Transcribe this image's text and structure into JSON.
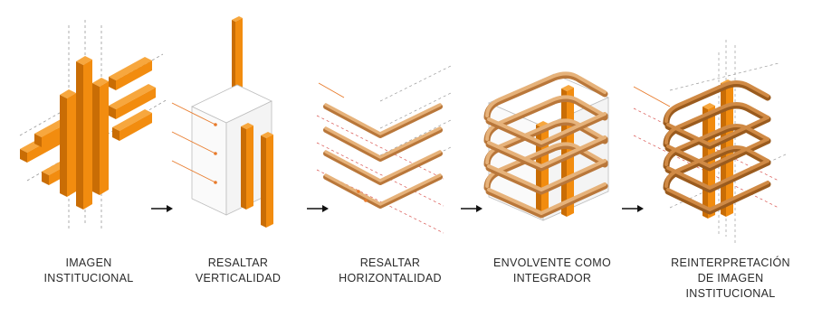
{
  "steps": [
    {
      "id": "imagen-institucional",
      "label_lines": [
        "IMAGEN",
        "INSTITUCIONAL"
      ]
    },
    {
      "id": "resaltar-verticalidad",
      "label_lines": [
        "RESALTAR",
        "VERTICALIDAD"
      ]
    },
    {
      "id": "resaltar-horizontalidad",
      "label_lines": [
        "RESALTAR",
        "HORIZONTALIDAD"
      ]
    },
    {
      "id": "envolvente-como-integrador",
      "label_lines": [
        "ENVOLVENTE COMO",
        "INTEGRADOR"
      ]
    },
    {
      "id": "reinterpretacion",
      "label_lines": [
        "REINTERPRETACIÓN",
        "DE IMAGEN",
        "INSTITUCIONAL"
      ]
    }
  ],
  "colors": {
    "orange": "#f28c0f",
    "orange_dark": "#c96d05",
    "orange_light": "#f7a73e",
    "tan": "#e6b27a",
    "tan_dark": "#b9773a",
    "line_gray": "#9a9a9a",
    "dash_red": "#d9534f",
    "text": "#2a2a2a"
  },
  "icons": [
    "arrow-right-icon"
  ]
}
